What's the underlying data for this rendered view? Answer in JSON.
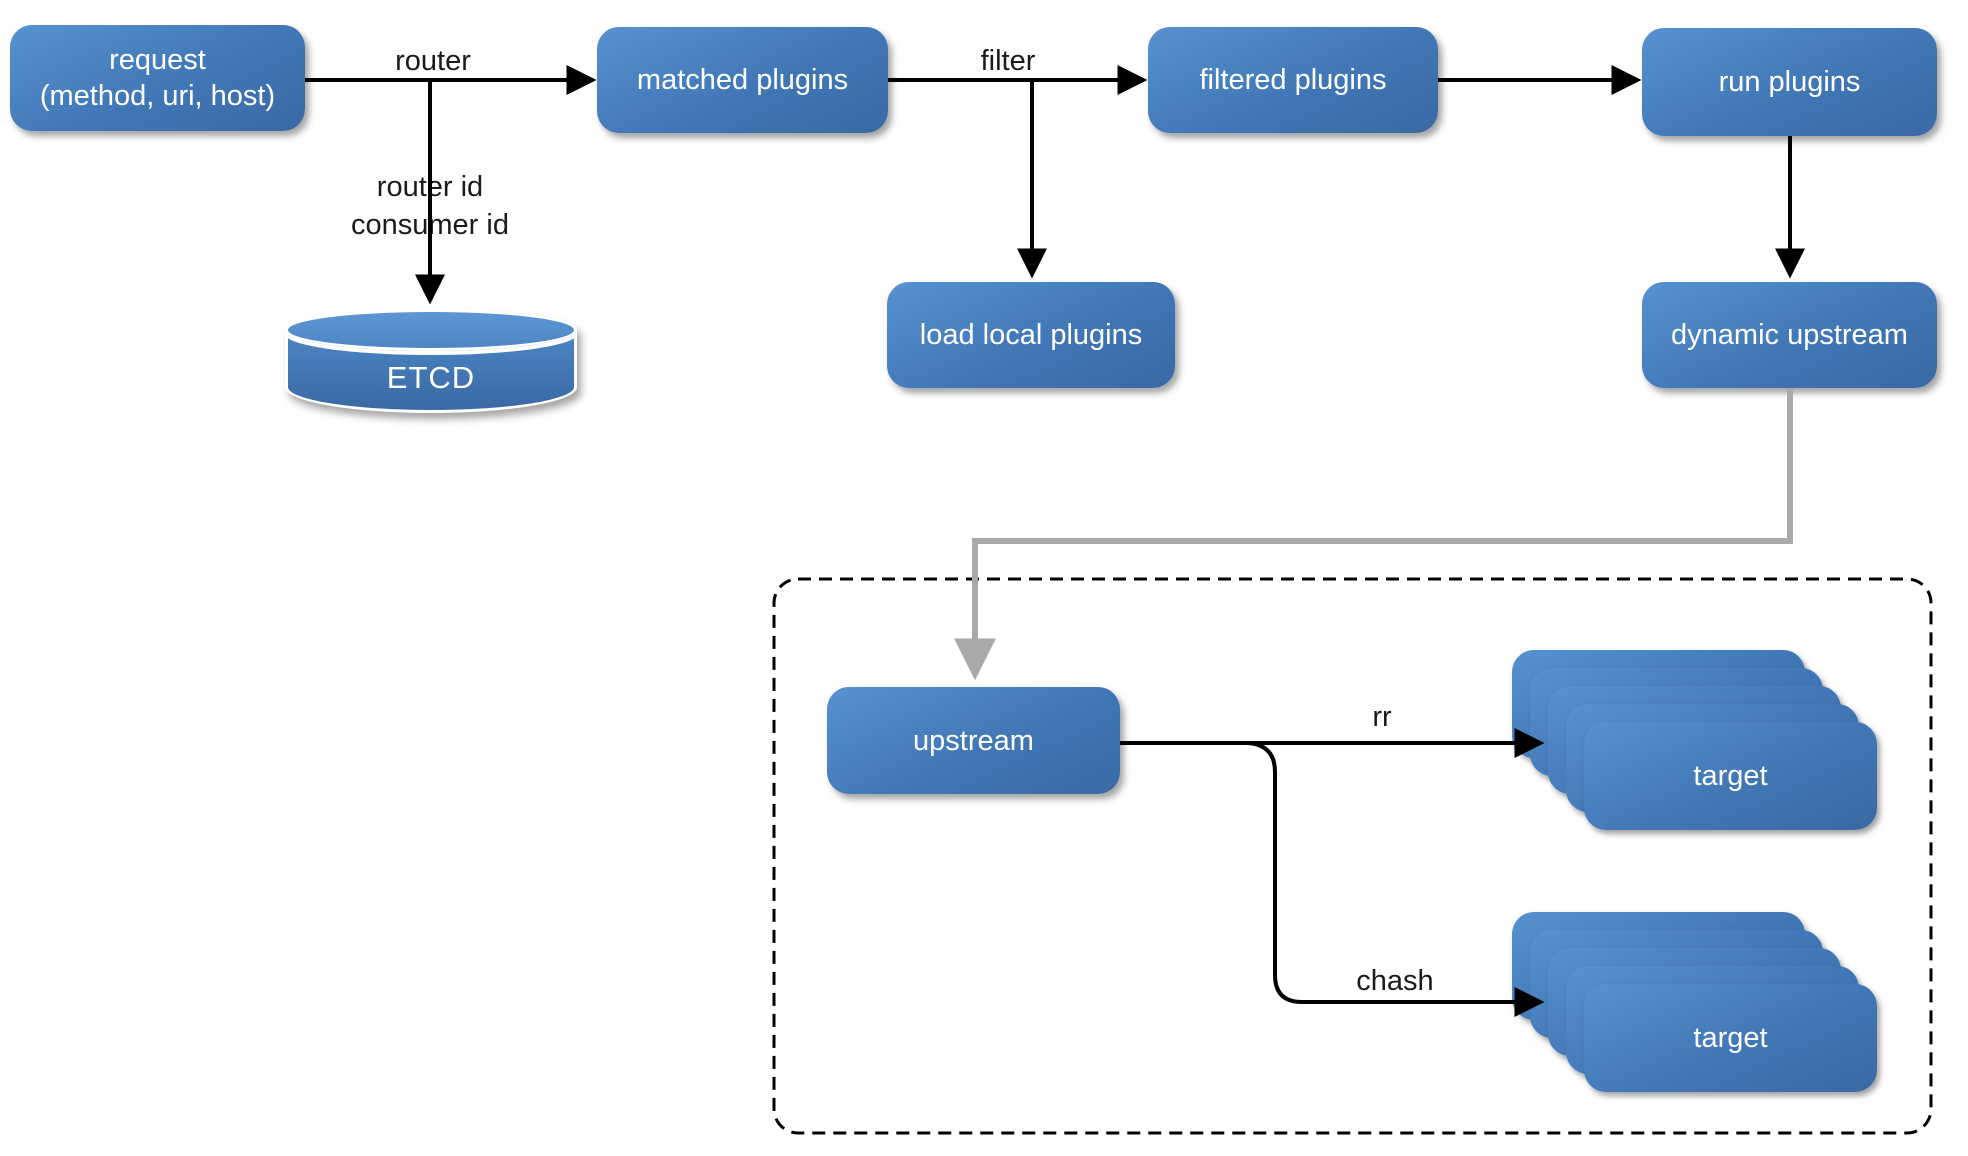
{
  "diagram": {
    "type": "flow-diagram",
    "nodes": {
      "request": {
        "line1": "request",
        "line2": "(method, uri, host)"
      },
      "matched_plugins": {
        "label": "matched plugins"
      },
      "filtered_plugins": {
        "label": "filtered plugins"
      },
      "run_plugins": {
        "label": "run plugins"
      },
      "etcd": {
        "label": "ETCD"
      },
      "load_local_plugins": {
        "label": "load local plugins"
      },
      "dynamic_upstream": {
        "label": "dynamic upstream"
      },
      "upstream": {
        "label": "upstream"
      },
      "target_rr": {
        "label": "target"
      },
      "target_chash": {
        "label": "target"
      }
    },
    "edge_labels": {
      "router": "router",
      "router_id": "router id",
      "consumer_id": "consumer id",
      "filter": "filter",
      "rr": "rr",
      "chash": "chash"
    },
    "colors": {
      "node_gradient_top": "#5892d1",
      "node_gradient_bottom": "#3a69a3",
      "node_text": "#ffffff",
      "label_text": "#1b1b1b",
      "arrow_black": "#000000",
      "arrow_gray": "#a9a9a9",
      "dashed_border": "#000000"
    }
  }
}
